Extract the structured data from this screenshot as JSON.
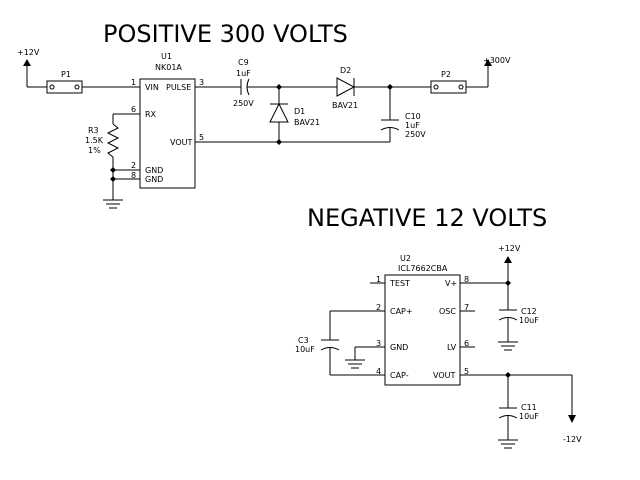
{
  "titles": {
    "positive": "POSITIVE 300 VOLTS",
    "negative": "NEGATIVE 12 VOLTS"
  },
  "positive": {
    "rail_in": "+12V",
    "rail_out": "+300V",
    "p1": "P1",
    "p2": "P2",
    "u1_ref": "U1",
    "u1_part": "NK01A",
    "u1_pins": {
      "vin": "VIN",
      "pulse": "PULSE",
      "rx": "RX",
      "vout": "VOUT",
      "gnd1": "GND",
      "gnd2": "GND",
      "n1": "1",
      "n3": "3",
      "n6": "6",
      "n5": "5",
      "n2": "2",
      "n8": "8"
    },
    "c9": {
      "ref": "C9",
      "value": "1uF",
      "voltage": "250V"
    },
    "d1": {
      "ref": "D1",
      "value": "BAV21"
    },
    "d2": {
      "ref": "D2",
      "value": "BAV21"
    },
    "c10": {
      "ref": "C10",
      "value": "1uF",
      "voltage": "250V"
    },
    "r3": {
      "ref": "R3",
      "value": "1.5K",
      "tolerance": "1%"
    }
  },
  "negative": {
    "rail_in": "+12V",
    "rail_out": "-12V",
    "u2_ref": "U2",
    "u2_part": "ICL7662CBA",
    "u2_pins": {
      "test": "TEST",
      "cap_p": "CAP+",
      "gnd": "GND",
      "cap_m": "CAP-",
      "vp": "V+",
      "osc": "OSC",
      "lv": "LV",
      "vout": "VOUT",
      "n1": "1",
      "n2": "2",
      "n3": "3",
      "n4": "4",
      "n8": "8",
      "n7": "7",
      "n6": "6",
      "n5": "5"
    },
    "c3": {
      "ref": "C3",
      "value": "10uF"
    },
    "c12": {
      "ref": "C12",
      "value": "10uF"
    },
    "c11": {
      "ref": "C11",
      "value": "10uF"
    }
  }
}
